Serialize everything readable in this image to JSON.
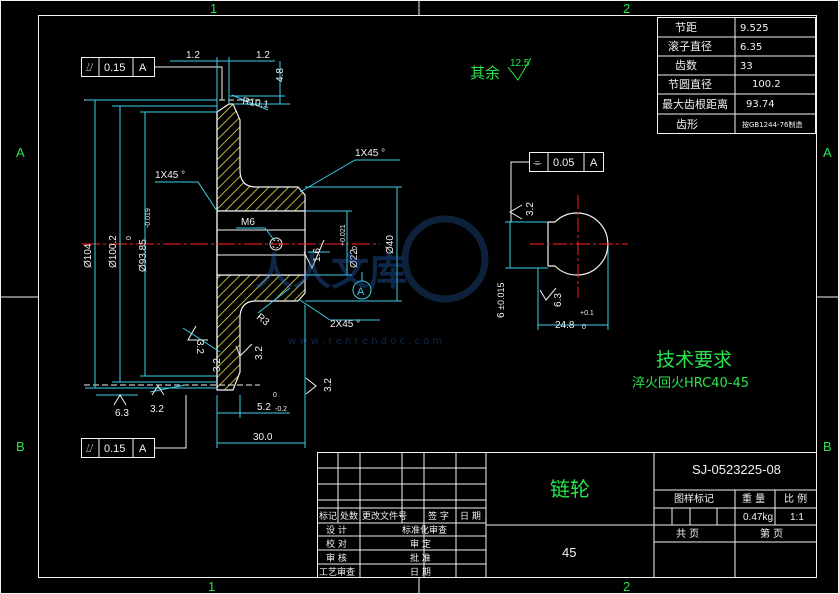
{
  "border": {
    "top_zones": [
      "1",
      "2"
    ],
    "bottom_zones": [
      "1",
      "2"
    ],
    "left_zones": [
      "A",
      "B"
    ],
    "right_zones": [
      "A",
      "B"
    ]
  },
  "params_table": [
    {
      "label": "节距",
      "value": "9.525"
    },
    {
      "label": "滚子直径",
      "value": "6.35"
    },
    {
      "label": "齿数",
      "value": "33"
    },
    {
      "label": "节圆直径",
      "value": "100.2"
    },
    {
      "label": "最大齿根距离",
      "value": "93.74"
    },
    {
      "label": "齿形",
      "value": "按GB1244-76制造"
    }
  ],
  "roughness_default": {
    "text": "其余",
    "value": "12.5"
  },
  "tolerance_frames": [
    {
      "symbol": "⌰",
      "value": "0.15",
      "datum": "A"
    },
    {
      "symbol": "⌯",
      "value": "0.05",
      "datum": "A"
    },
    {
      "symbol": "⌰",
      "value": "0.15",
      "datum": "A"
    }
  ],
  "dimensions": {
    "top_left": "1.2",
    "top_right": "1.2",
    "height_4_8": "4.8",
    "radius": "R10.1",
    "chamfer_left": "1X45 °",
    "chamfer_right": "1X45 °",
    "chamfer_bottom": "2X45 °",
    "thread": "M6",
    "dia_104": "Ø104",
    "dia_100_2": "Ø100.2",
    "dia_93_85": "Ø93.85",
    "dia_93_85_upper": "0",
    "dia_93_85_lower": "-0.019",
    "dia_22": "Ø22",
    "dia_22_upper": "+0.021",
    "dia_22_lower": "0",
    "dia_40": "Ø40",
    "radius_3": "R3",
    "length_5_2": "5.2",
    "length_5_2_upper": "0",
    "length_5_2_lower": "-0.2",
    "length_30": "30.0",
    "keyway_width": "6",
    "keyway_width_tol": "±0.015",
    "keyway_depth": "24.8",
    "keyway_depth_upper": "+0.1",
    "keyway_depth_lower": "0",
    "datum_label": "A"
  },
  "roughness_marks": [
    "1.6",
    "3.2",
    "3.2",
    "3.2",
    "3.2",
    "6.3",
    "3.2",
    "3.2",
    "6.3"
  ],
  "tech_requirements": {
    "title": "技术要求",
    "line1": "淬火回火HRC40-45"
  },
  "watermark": {
    "text_cn": "人人文库",
    "url": "w w w . r e n r e n d o c . c o m"
  },
  "title_block": {
    "drawing_no": "SJ-0523225-08",
    "part_name": "链轮",
    "quantity": "45",
    "headers": [
      "图样标记",
      "重 量",
      "比 例"
    ],
    "weight": "0.47kg",
    "scale": "1:1",
    "sheet_total": "共 页",
    "sheet_no": "第 页",
    "revision_headers": [
      "标记",
      "处数",
      "更改文件号",
      "签 字",
      "日 期"
    ],
    "sign_rows": [
      {
        "left": "设 计",
        "right": "标准化审查"
      },
      {
        "left": "校 对",
        "right": "审 定"
      },
      {
        "left": "审 核",
        "right": "批 准"
      },
      {
        "left": "工艺审查",
        "right": "日 期"
      }
    ]
  }
}
